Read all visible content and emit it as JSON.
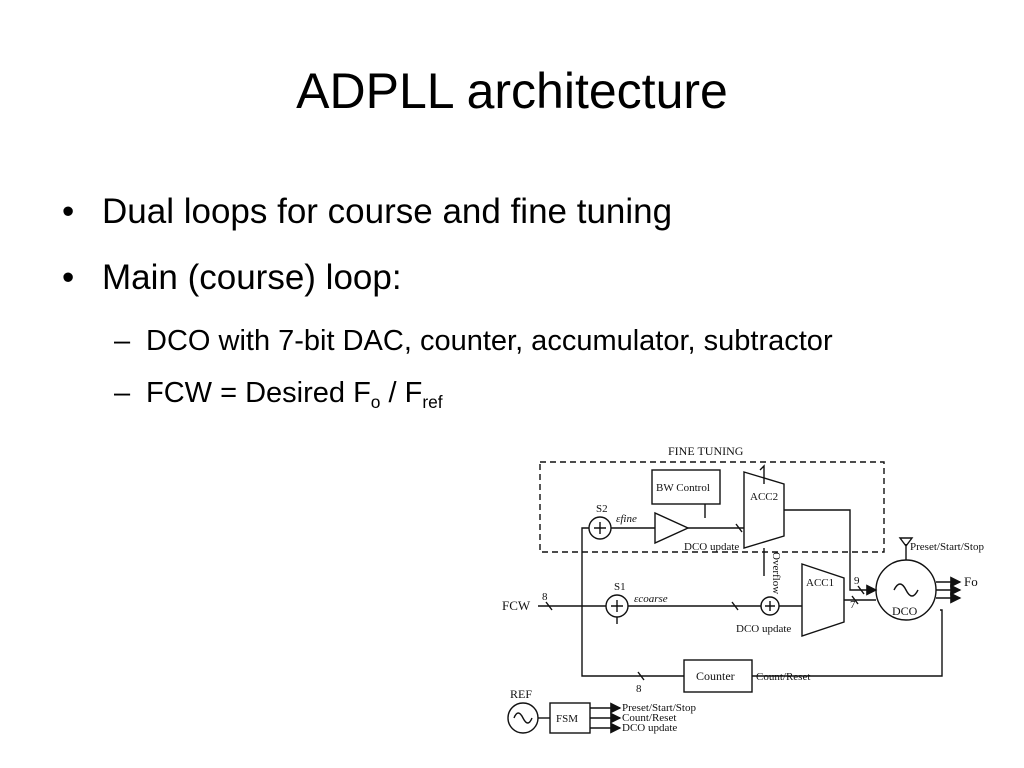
{
  "slide": {
    "title": "ADPLL architecture",
    "bullets": [
      "Dual loops for course and fine tuning",
      "Main (course) loop:"
    ],
    "sub_bullets": [
      "DCO with 7-bit DAC, counter, accumulator, subtractor",
      "FCW = Desired F"
    ],
    "sub_fo": "o",
    "slash": " / F",
    "sub_fref": "ref"
  },
  "diagram": {
    "fine_tuning": "FINE TUNING",
    "bw_control": "BW Control",
    "acc2": "ACC2",
    "acc1": "ACC1",
    "s2": "S2",
    "s1": "S1",
    "e_fine": "εfine",
    "e_coarse": "εcoarse",
    "dco_update_1": "DCO update",
    "dco_update_2": "DCO update",
    "overflow": "Overflow",
    "preset_start_stop": "Preset/Start/Stop",
    "fo": "Fo",
    "dco": "DCO",
    "fcw": "FCW",
    "bus_8a": "8",
    "bus_9": "9",
    "bus_7": "7",
    "bus_8b": "8",
    "counter": "Counter",
    "count_reset": "Count/Reset",
    "ref": "REF",
    "fsm": "FSM",
    "fsm_out_1": "Preset/Start/Stop",
    "fsm_out_2": "Count/Reset",
    "fsm_out_3": "DCO update"
  }
}
